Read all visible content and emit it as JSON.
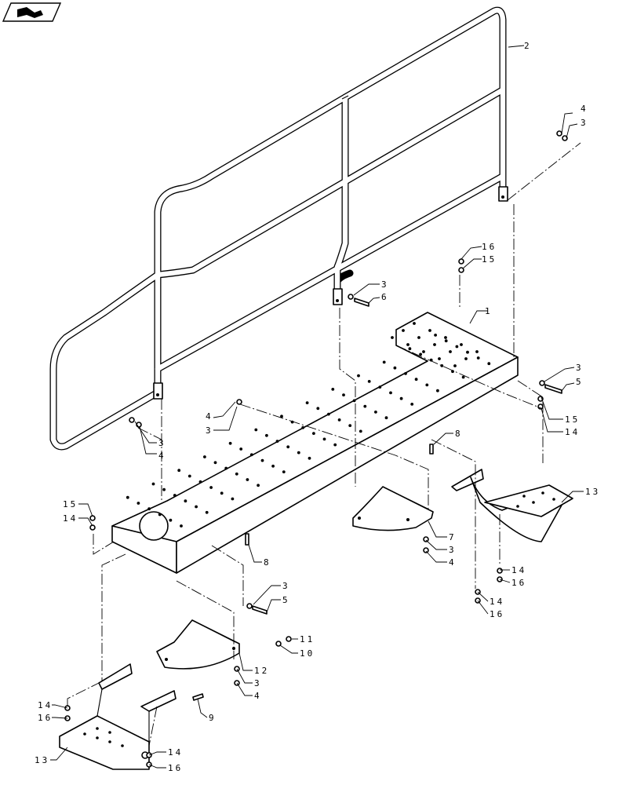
{
  "callouts": [
    {
      "id": "c-1",
      "text": "1"
    },
    {
      "id": "c-2",
      "text": "2"
    },
    {
      "id": "c-4a",
      "text": "4"
    },
    {
      "id": "c-3a",
      "text": "3"
    },
    {
      "id": "c-16a",
      "text": "16"
    },
    {
      "id": "c-15a",
      "text": "15"
    },
    {
      "id": "c-3b",
      "text": "3"
    },
    {
      "id": "c-6",
      "text": "6"
    },
    {
      "id": "c-3c",
      "text": "3"
    },
    {
      "id": "c-5a",
      "text": "5"
    },
    {
      "id": "c-15b",
      "text": "15"
    },
    {
      "id": "c-14a",
      "text": "14"
    },
    {
      "id": "c-8a",
      "text": "8"
    },
    {
      "id": "c-4b",
      "text": "4"
    },
    {
      "id": "c-3d",
      "text": "3"
    },
    {
      "id": "c-3e",
      "text": "3"
    },
    {
      "id": "c-4c",
      "text": "4"
    },
    {
      "id": "c-15c",
      "text": "15"
    },
    {
      "id": "c-14b",
      "text": "14"
    },
    {
      "id": "c-8b",
      "text": "8"
    },
    {
      "id": "c-7",
      "text": "7"
    },
    {
      "id": "c-3f",
      "text": "3"
    },
    {
      "id": "c-4d",
      "text": "4"
    },
    {
      "id": "c-13a",
      "text": "13"
    },
    {
      "id": "c-14c",
      "text": "14"
    },
    {
      "id": "c-16b",
      "text": "16"
    },
    {
      "id": "c-14d",
      "text": "14"
    },
    {
      "id": "c-16c",
      "text": "16"
    },
    {
      "id": "c-3g",
      "text": "3"
    },
    {
      "id": "c-5b",
      "text": "5"
    },
    {
      "id": "c-11",
      "text": "11"
    },
    {
      "id": "c-10",
      "text": "10"
    },
    {
      "id": "c-12",
      "text": "12"
    },
    {
      "id": "c-3h",
      "text": "3"
    },
    {
      "id": "c-4e",
      "text": "4"
    },
    {
      "id": "c-9",
      "text": "9"
    },
    {
      "id": "c-14e",
      "text": "14"
    },
    {
      "id": "c-16d",
      "text": "16"
    },
    {
      "id": "c-13b",
      "text": "13"
    },
    {
      "id": "c-14f",
      "text": "14"
    },
    {
      "id": "c-16e",
      "text": "16"
    }
  ],
  "icons": {
    "corner_badge": "arrow-book-icon"
  },
  "colors": {
    "line": "#000000",
    "background": "#ffffff"
  }
}
